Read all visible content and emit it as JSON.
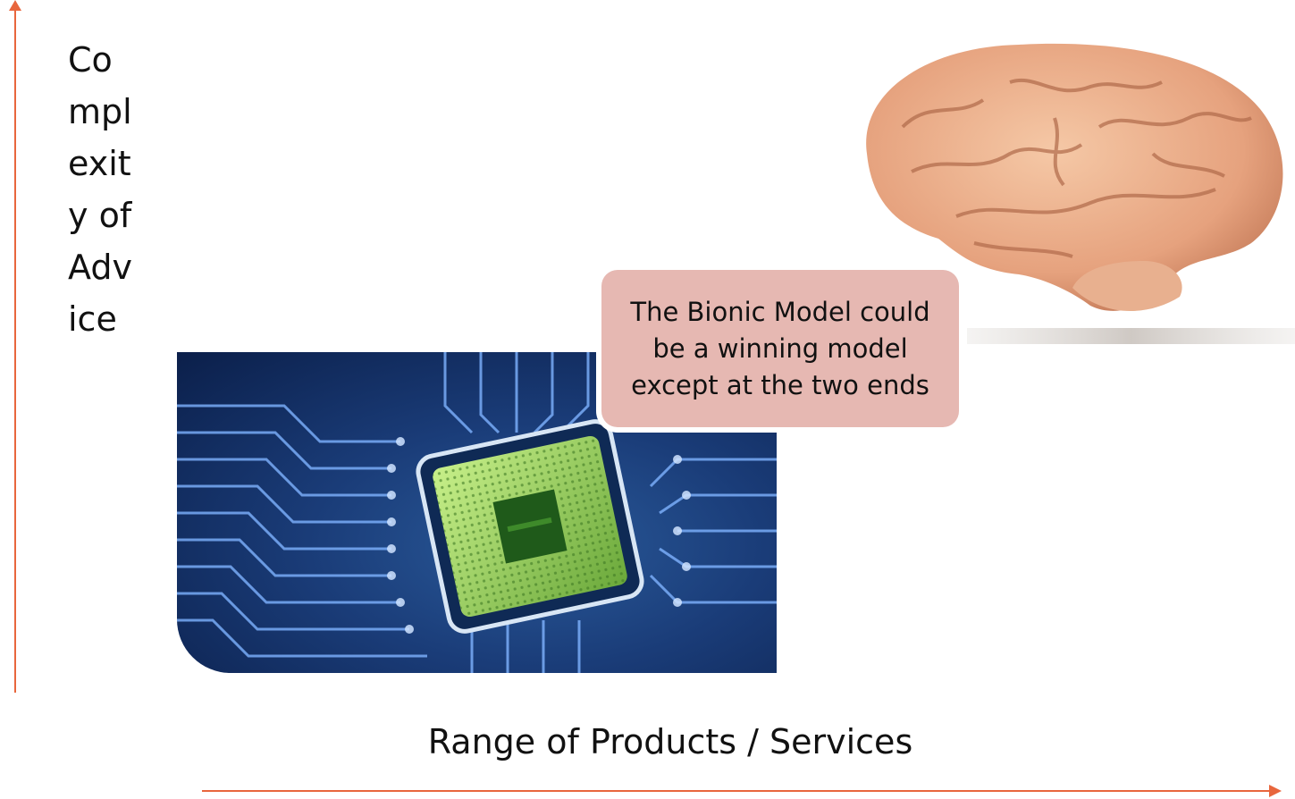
{
  "axes": {
    "y_label": "Complexity of Advice",
    "x_label": "Range of Products / Services",
    "color": "#e8663d"
  },
  "images": {
    "chip": "circuit-board-chip-image",
    "brain": "human-brain-image"
  },
  "callout": {
    "text": "The Bionic Model could be a winning model except at the two ends",
    "background": "#e6b8b2"
  }
}
